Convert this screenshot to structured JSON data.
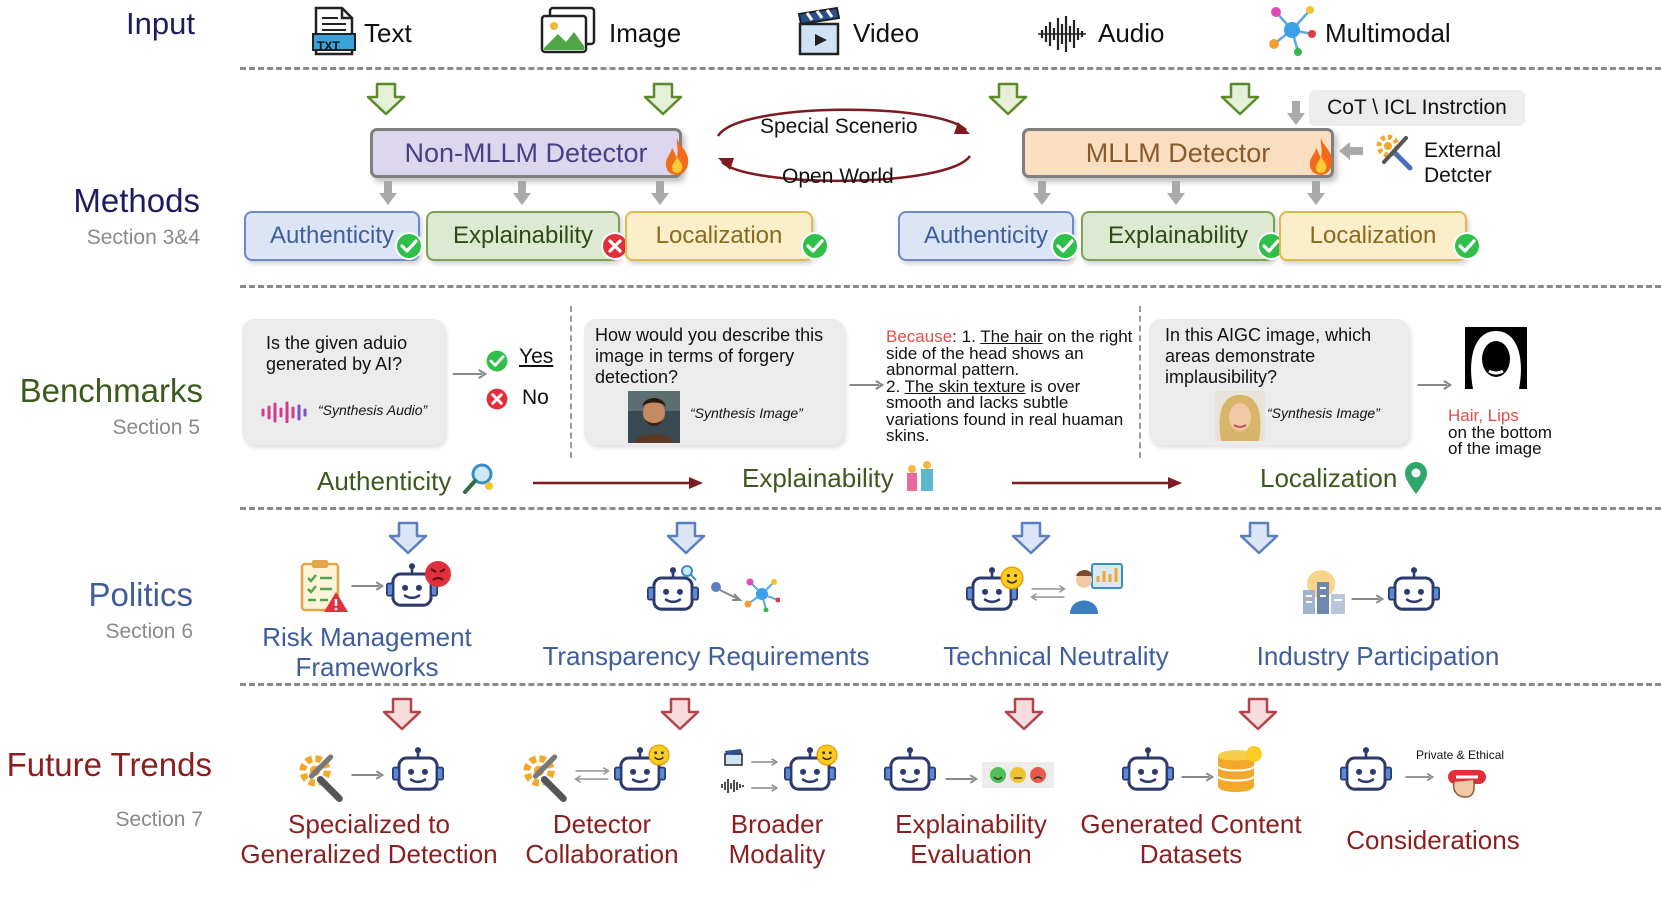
{
  "rows": {
    "input": {
      "title": "Input"
    },
    "methods": {
      "title": "Methods",
      "section": "Section 3&4"
    },
    "benchmarks": {
      "title": "Benchmarks",
      "section": "Section 5"
    },
    "politics": {
      "title": "Politics",
      "section": "Section 6"
    },
    "future": {
      "title": "Future Trends",
      "section": "Section 7"
    }
  },
  "colors": {
    "input_title": "#1f1b5e",
    "methods_title": "#1f1b5e",
    "benchmarks_title": "#3b5a1b",
    "politics_title": "#3f5d9d",
    "future_title": "#8b1f1f"
  },
  "inputs": [
    {
      "label": "Text",
      "icon": "txt-file-icon",
      "badge": "TXT"
    },
    {
      "label": "Image",
      "icon": "image-icon"
    },
    {
      "label": "Video",
      "icon": "video-clapper-icon"
    },
    {
      "label": "Audio",
      "icon": "audio-waveform-icon"
    },
    {
      "label": "Multimodal",
      "icon": "multimodal-network-icon"
    }
  ],
  "methods": {
    "non_mllm": "Non-MLLM Detector",
    "mllm": "MLLM Detector",
    "scenario_top": "Special Scenerio",
    "scenario_bottom": "Open World",
    "cot": "CoT \\ ICL Instrction",
    "external_1": "External",
    "external_2": "Detcter",
    "non_mllm_pills": [
      {
        "label": "Authenticity",
        "status": "check"
      },
      {
        "label": "Explainability",
        "status": "cross"
      },
      {
        "label": "Localization",
        "status": "check"
      }
    ],
    "mllm_pills": [
      {
        "label": "Authenticity",
        "status": "check"
      },
      {
        "label": "Explainability",
        "status": "check"
      },
      {
        "label": "Localization",
        "status": "check"
      }
    ]
  },
  "benchmarks": {
    "q1": "Is the given aduio generated by AI?",
    "q1_caption": "“Synthesis Audio”",
    "yes": "Yes",
    "no": "No",
    "q2": "How would you describe this image in terms of forgery detection?",
    "q2_caption": "“Synthesis Image”",
    "because": "Because",
    "answer_colon": ": 1. ",
    "ans_the_hair": "The hair",
    "ans_part1": " on the right side of the head shows an abnormal pattern.",
    "ans_num2": "2. ",
    "ans_skin": "The skin texture",
    "ans_part2": " is over smooth and lacks subtle variations found in real huaman skins.",
    "q3": "In this AIGC image, which areas demonstrate implausibility?",
    "q3_caption": "“Synthesis Image”",
    "loc_red": "Hair, Lips",
    "loc_rest": "on the bottom of the image",
    "stage_1": "Authenticity",
    "stage_2": "Explainability",
    "stage_3": "Localization"
  },
  "politics": [
    {
      "label1": "Risk Management",
      "label2": "Frameworks"
    },
    {
      "label1": "Transparency Requirements"
    },
    {
      "label1": "Technical Neutrality"
    },
    {
      "label1": "Industry Participation"
    }
  ],
  "future": [
    {
      "label1": "Specialized to",
      "label2": "Generalized Detection"
    },
    {
      "label1": "Detector",
      "label2": "Collaboration"
    },
    {
      "label1": "Broader",
      "label2": "Modality"
    },
    {
      "label1": "Explainability",
      "label2": "Evaluation"
    },
    {
      "label1": "Generated Content",
      "label2": "Datasets"
    },
    {
      "label1": "Considerations"
    }
  ],
  "future_private": "Private & Ethical"
}
